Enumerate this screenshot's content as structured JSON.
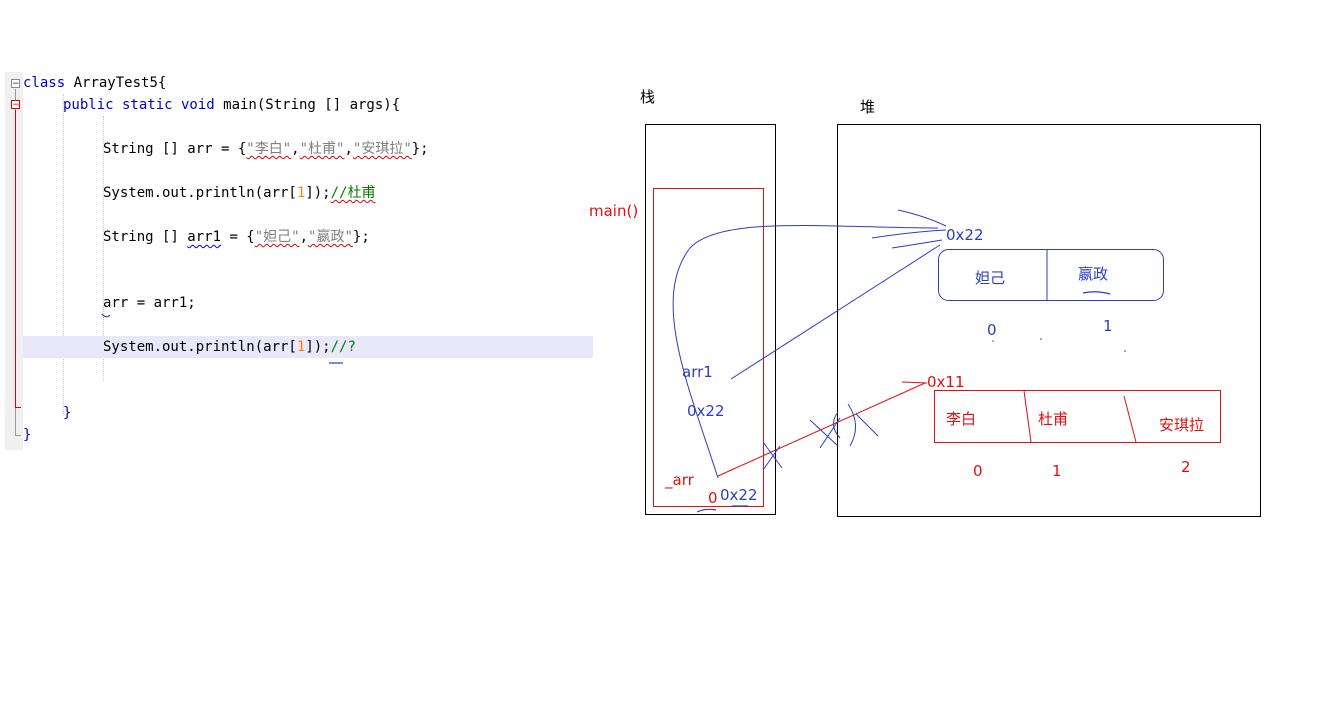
{
  "code": {
    "l1_kw": "class",
    "l1_rest": " ArrayTest5{",
    "l2_kw": "public static void",
    "l2_rest": " main(String [] args){",
    "l3_a": "String [] arr = {",
    "l3_s1": "\"李白\"",
    "l3_s2": "\"杜甫\"",
    "l3_s3": "\"安琪拉\"",
    "l3_end": "};",
    "l4_a": "System.out.println(arr[",
    "l4_num": "1",
    "l4_b": "]);",
    "l4_cmt": "//杜甫",
    "l5_a": "String [] ",
    "l5_var": "arr1",
    "l5_b": " = {",
    "l5_s1": "\"妲己\"",
    "l5_s2": "\"嬴政\"",
    "l5_end": "};",
    "l6": "arr = arr1;",
    "l7_a": "System.out.println(arr[",
    "l7_num": "1",
    "l7_b": "]);",
    "l7_cmt": "//?",
    "l8": "}",
    "l9": "}",
    "comma": ","
  },
  "diagram": {
    "stack_label": "栈",
    "heap_label": "堆",
    "main_label": "main()",
    "arr1_name": "arr1",
    "arr1_value": "0x22",
    "arr_name": "_arr",
    "arr_value": "0x22",
    "arr_old_value": "0",
    "addr_top": "0x22",
    "addr_bottom": "0x11",
    "top_array": {
      "cells": [
        "妲己",
        "嬴政"
      ],
      "indices": [
        "0",
        "1"
      ]
    },
    "bottom_array": {
      "cells": [
        "李白",
        "杜甫",
        "安琪拉"
      ],
      "indices": [
        "0",
        "1",
        "2"
      ]
    },
    "colors": {
      "blue": "#2b3fc0",
      "red": "#e01010",
      "black": "#000000"
    }
  }
}
